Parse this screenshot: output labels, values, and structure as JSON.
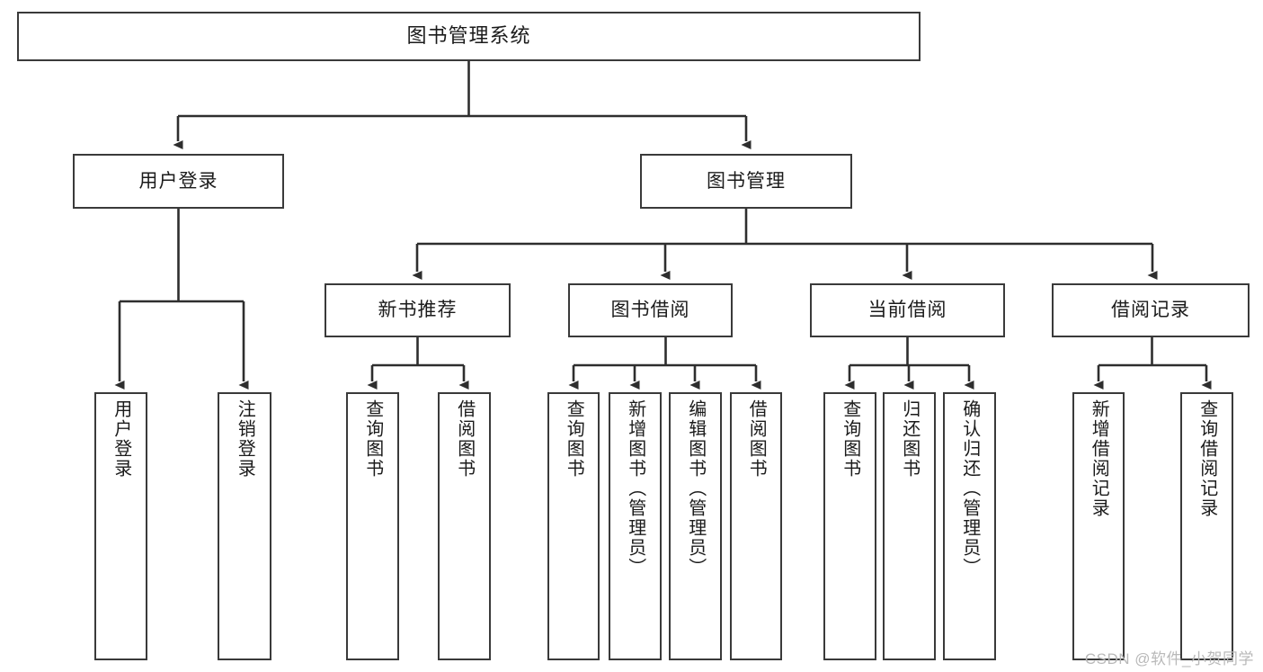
{
  "diagram": {
    "title": "图书管理系统",
    "type": "hierarchy-tree",
    "watermark": "CSDN @软件_小贺同学",
    "colors": {
      "box_border": "#3a3a3a",
      "box_fill": "#ffffff",
      "connector": "#2e2e2e",
      "text": "#1b1b1b",
      "watermark": "#b9b9b9",
      "background": "#ffffff"
    },
    "root": {
      "id": "root",
      "label": "图书管理系统",
      "orientation": "horizontal"
    },
    "level2": [
      {
        "id": "user-login",
        "label": "用户登录",
        "orientation": "horizontal"
      },
      {
        "id": "book-management",
        "label": "图书管理",
        "orientation": "horizontal"
      }
    ],
    "level3": [
      {
        "id": "new-book-recommend",
        "label": "新书推荐",
        "orientation": "horizontal"
      },
      {
        "id": "book-borrow",
        "label": "图书借阅",
        "orientation": "horizontal"
      },
      {
        "id": "current-borrow",
        "label": "当前借阅",
        "orientation": "horizontal"
      },
      {
        "id": "borrow-record",
        "label": "借阅记录",
        "orientation": "horizontal"
      }
    ],
    "leaves": {
      "user_login": [
        {
          "id": "leaf-user-login",
          "label": "用户登录",
          "orientation": "vertical"
        },
        {
          "id": "leaf-user-logout",
          "label": "注销登录",
          "orientation": "vertical"
        }
      ],
      "new_book_recommend": [
        {
          "id": "leaf-query-book-1",
          "label": "查询图书",
          "orientation": "vertical"
        },
        {
          "id": "leaf-borrow-book-1",
          "label": "借阅图书",
          "orientation": "vertical"
        }
      ],
      "book_borrow": [
        {
          "id": "leaf-query-book-2",
          "label": "查询图书",
          "orientation": "vertical"
        },
        {
          "id": "leaf-add-book",
          "label": "新增图书（管理员）",
          "orientation": "vertical"
        },
        {
          "id": "leaf-edit-book",
          "label": "编辑图书（管理员）",
          "orientation": "vertical"
        },
        {
          "id": "leaf-borrow-book-2",
          "label": "借阅图书",
          "orientation": "vertical"
        }
      ],
      "current_borrow": [
        {
          "id": "leaf-query-book-3",
          "label": "查询图书",
          "orientation": "vertical"
        },
        {
          "id": "leaf-return-book",
          "label": "归还图书",
          "orientation": "vertical"
        },
        {
          "id": "leaf-confirm-return",
          "label": "确认归还（管理员）",
          "orientation": "vertical"
        }
      ],
      "borrow_record": [
        {
          "id": "leaf-add-record",
          "label": "新增借阅记录",
          "orientation": "vertical"
        },
        {
          "id": "leaf-query-record",
          "label": "查询借阅记录",
          "orientation": "vertical"
        }
      ]
    }
  }
}
